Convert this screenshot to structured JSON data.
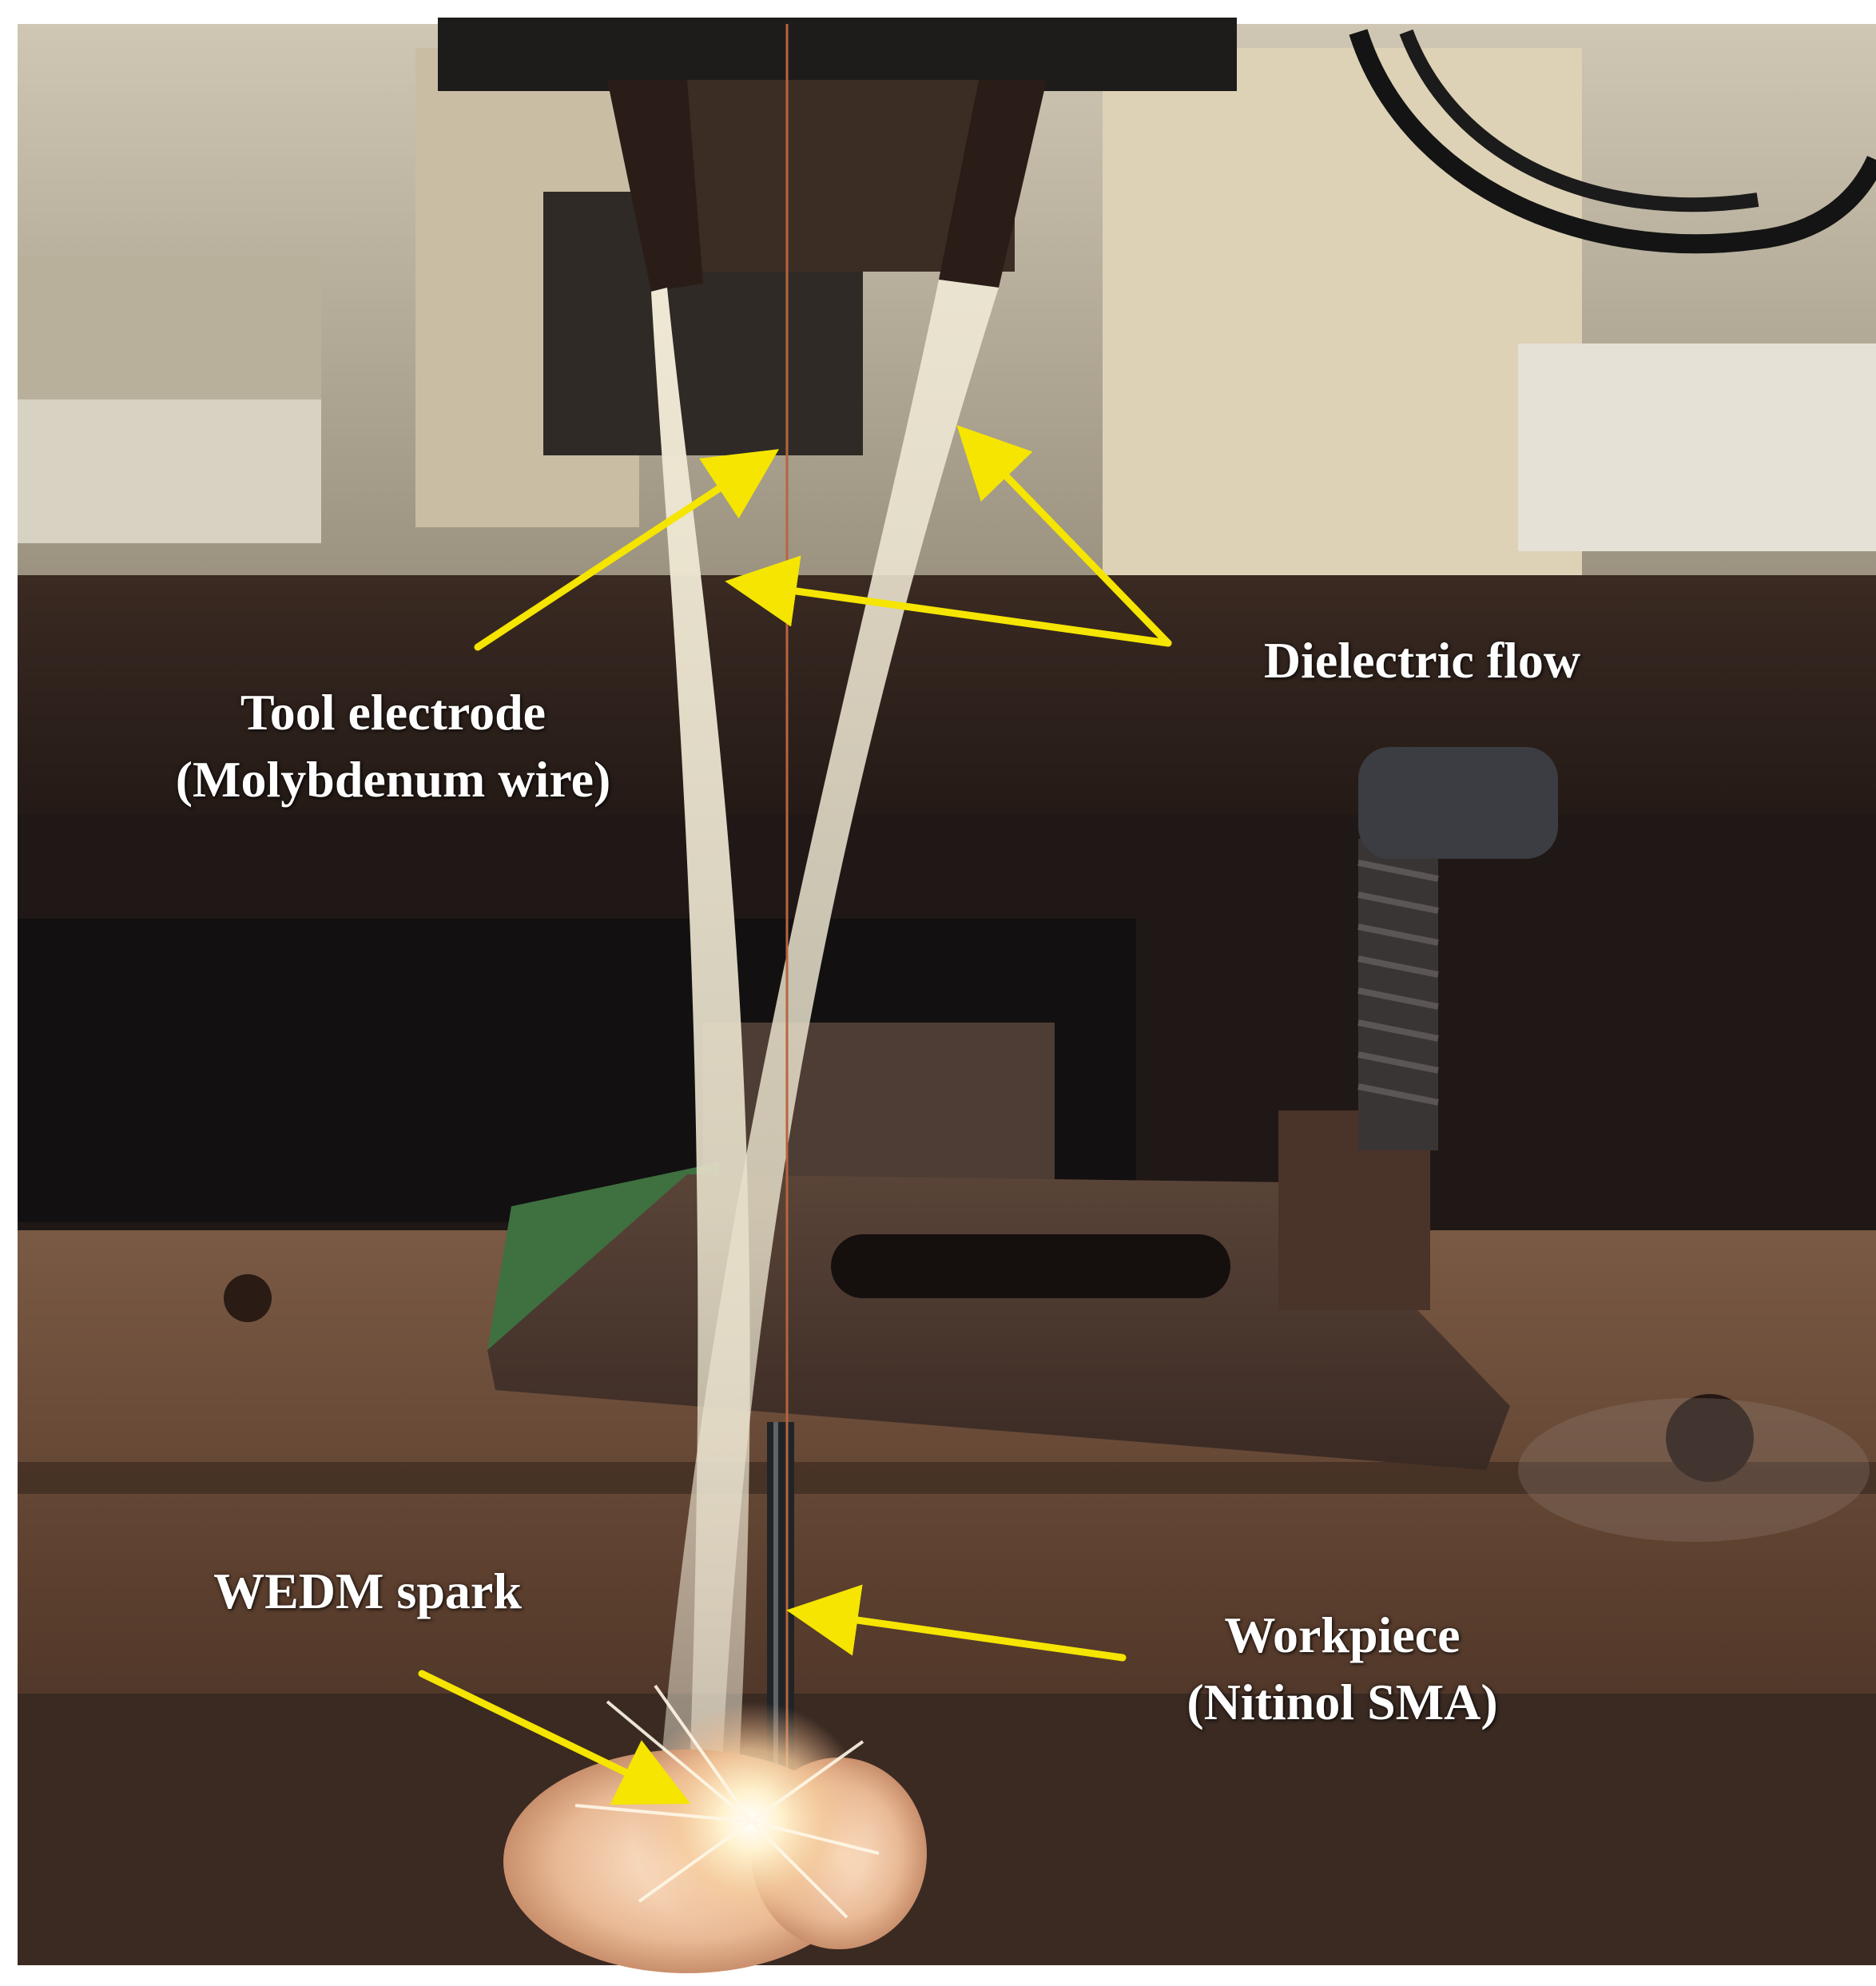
{
  "colors": {
    "annotation_arrow": "#f5e500",
    "label_text": "#ffffff",
    "dielectric": "#e9e2cc",
    "machine_dark": "#2a2420",
    "rust_table": "#6b4733",
    "spark_core": "#fff6dc"
  },
  "labels": {
    "tool_electrode": {
      "line1": "Tool electrode",
      "line2": "(Molybdenum wire)"
    },
    "dielectric_flow": "Dielectric flow",
    "wedm_spark": "WEDM spark",
    "workpiece": {
      "line1": "Workpiece",
      "line2": "(Nitinol SMA)"
    }
  }
}
